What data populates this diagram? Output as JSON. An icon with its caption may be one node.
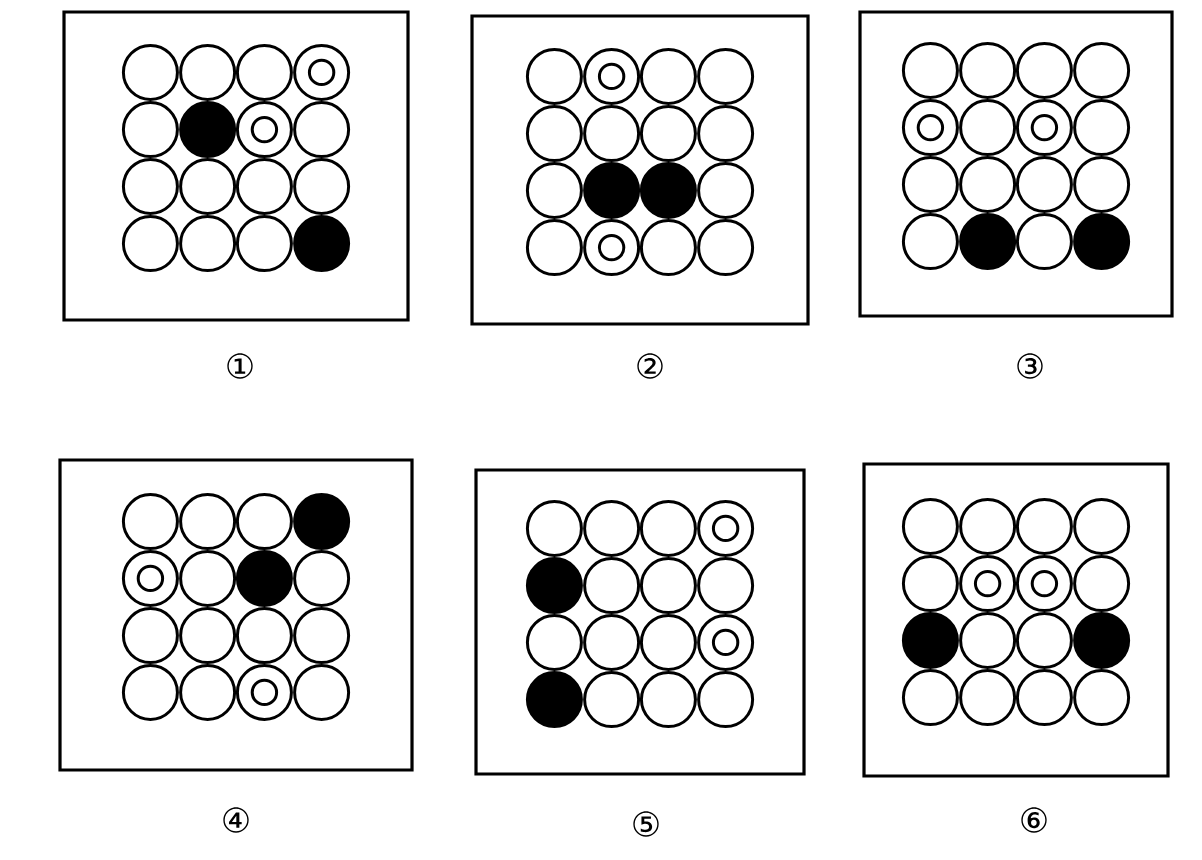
{
  "diagram": {
    "nodes": [
      {
        "text": [],
        "shape": "box",
        "beside": [
          "①"
        ]
      },
      {
        "text": [],
        "shape": "circle",
        "in": 0
      },
      {
        "text": [],
        "shape": "circle",
        "in": 0
      },
      {
        "text": [],
        "shape": "circle",
        "in": 0
      },
      {
        "text": [],
        "shape": "ring",
        "in": 0
      },
      {
        "text": [],
        "shape": "circle",
        "in": 0
      },
      {
        "text": [],
        "shape": "dot",
        "in": 0
      },
      {
        "text": [],
        "shape": "ring",
        "in": 0
      },
      {
        "text": [],
        "shape": "circle",
        "in": 0
      },
      {
        "text": [],
        "shape": "circle",
        "in": 0
      },
      {
        "text": [],
        "shape": "circle",
        "in": 0
      },
      {
        "text": [],
        "shape": "circle",
        "in": 0
      },
      {
        "text": [],
        "shape": "circle",
        "in": 0
      },
      {
        "text": [],
        "shape": "circle",
        "in": 0
      },
      {
        "text": [],
        "shape": "circle",
        "in": 0
      },
      {
        "text": [],
        "shape": "circle",
        "in": 0
      },
      {
        "text": [],
        "shape": "dot",
        "in": 0
      },
      {
        "text": [],
        "shape": "box",
        "beside": [
          "②"
        ]
      },
      {
        "text": [],
        "shape": "circle",
        "in": 17
      },
      {
        "text": [],
        "shape": "ring",
        "in": 17
      },
      {
        "text": [],
        "shape": "circle",
        "in": 17
      },
      {
        "text": [],
        "shape": "circle",
        "in": 17
      },
      {
        "text": [],
        "shape": "circle",
        "in": 17
      },
      {
        "text": [],
        "shape": "circle",
        "in": 17
      },
      {
        "text": [],
        "shape": "circle",
        "in": 17
      },
      {
        "text": [],
        "shape": "circle",
        "in": 17
      },
      {
        "text": [],
        "shape": "circle",
        "in": 17
      },
      {
        "text": [],
        "shape": "dot",
        "in": 17
      },
      {
        "text": [],
        "shape": "dot",
        "in": 17
      },
      {
        "text": [],
        "shape": "circle",
        "in": 17
      },
      {
        "text": [],
        "shape": "circle",
        "in": 17
      },
      {
        "text": [],
        "shape": "ring",
        "in": 17
      },
      {
        "text": [],
        "shape": "circle",
        "in": 17
      },
      {
        "text": [],
        "shape": "circle",
        "in": 17
      },
      {
        "text": [],
        "shape": "box",
        "beside": [
          "③"
        ]
      },
      {
        "text": [],
        "shape": "circle",
        "in": 34
      },
      {
        "text": [],
        "shape": "circle",
        "in": 34
      },
      {
        "text": [],
        "shape": "circle",
        "in": 34
      },
      {
        "text": [],
        "shape": "circle",
        "in": 34
      },
      {
        "text": [],
        "shape": "ring",
        "in": 34
      },
      {
        "text": [],
        "shape": "circle",
        "in": 34
      },
      {
        "text": [],
        "shape": "ring",
        "in": 34
      },
      {
        "text": [],
        "shape": "circle",
        "in": 34
      },
      {
        "text": [],
        "shape": "circle",
        "in": 34
      },
      {
        "text": [],
        "shape": "circle",
        "in": 34
      },
      {
        "text": [],
        "shape": "circle",
        "in": 34
      },
      {
        "text": [],
        "shape": "circle",
        "in": 34
      },
      {
        "text": [],
        "shape": "circle",
        "in": 34
      },
      {
        "text": [],
        "shape": "dot",
        "in": 34
      },
      {
        "text": [],
        "shape": "circle",
        "in": 34
      },
      {
        "text": [],
        "shape": "dot",
        "in": 34
      },
      {
        "text": [],
        "shape": "box",
        "beside": [
          "④"
        ]
      },
      {
        "text": [],
        "shape": "circle",
        "in": 51
      },
      {
        "text": [],
        "shape": "circle",
        "in": 51
      },
      {
        "text": [],
        "shape": "circle",
        "in": 51
      },
      {
        "text": [],
        "shape": "dot",
        "in": 51
      },
      {
        "text": [],
        "shape": "ring",
        "in": 51
      },
      {
        "text": [],
        "shape": "circle",
        "in": 51
      },
      {
        "text": [],
        "shape": "dot",
        "in": 51
      },
      {
        "text": [],
        "shape": "circle",
        "in": 51
      },
      {
        "text": [],
        "shape": "circle",
        "in": 51
      },
      {
        "text": [],
        "shape": "circle",
        "in": 51
      },
      {
        "text": [],
        "shape": "circle",
        "in": 51
      },
      {
        "text": [],
        "shape": "circle",
        "in": 51
      },
      {
        "text": [],
        "shape": "circle",
        "in": 51
      },
      {
        "text": [],
        "shape": "circle",
        "in": 51
      },
      {
        "text": [],
        "shape": "ring",
        "in": 51
      },
      {
        "text": [],
        "shape": "circle",
        "in": 51
      },
      {
        "text": [],
        "shape": "box",
        "beside": [
          "⑤"
        ]
      },
      {
        "text": [],
        "shape": "circle",
        "in": 68
      },
      {
        "text": [],
        "shape": "circle",
        "in": 68
      },
      {
        "text": [],
        "shape": "circle",
        "in": 68
      },
      {
        "text": [],
        "shape": "ring",
        "in": 68
      },
      {
        "text": [],
        "shape": "dot",
        "in": 68
      },
      {
        "text": [],
        "shape": "circle",
        "in": 68
      },
      {
        "text": [],
        "shape": "circle",
        "in": 68
      },
      {
        "text": [],
        "shape": "circle",
        "in": 68
      },
      {
        "text": [],
        "shape": "circle",
        "in": 68
      },
      {
        "text": [],
        "shape": "circle",
        "in": 68
      },
      {
        "text": [],
        "shape": "circle",
        "in": 68
      },
      {
        "text": [],
        "shape": "ring",
        "in": 68
      },
      {
        "text": [],
        "shape": "dot",
        "in": 68
      },
      {
        "text": [],
        "shape": "circle",
        "in": 68
      },
      {
        "text": [],
        "shape": "circle",
        "in": 68
      },
      {
        "text": [],
        "shape": "circle",
        "in": 68
      },
      {
        "text": [],
        "shape": "box",
        "beside": [
          "⑥"
        ]
      },
      {
        "text": [],
        "shape": "circle",
        "in": 85
      },
      {
        "text": [],
        "shape": "circle",
        "in": 85
      },
      {
        "text": [],
        "shape": "circle",
        "in": 85
      },
      {
        "text": [],
        "shape": "circle",
        "in": 85
      },
      {
        "text": [],
        "shape": "circle",
        "in": 85
      },
      {
        "text": [],
        "shape": "ring",
        "in": 85
      },
      {
        "text": [],
        "shape": "ring",
        "in": 85
      },
      {
        "text": [],
        "shape": "circle",
        "in": 85
      },
      {
        "text": [],
        "shape": "dot",
        "in": 85
      },
      {
        "text": [],
        "shape": "circle",
        "in": 85
      },
      {
        "text": [],
        "shape": "circle",
        "in": 85
      },
      {
        "text": [],
        "shape": "dot",
        "in": 85
      },
      {
        "text": [],
        "shape": "circle",
        "in": 85
      },
      {
        "text": [],
        "shape": "circle",
        "in": 85
      },
      {
        "text": [],
        "shape": "circle",
        "in": 85
      },
      {
        "text": [],
        "shape": "circle",
        "in": 85
      }
    ]
  }
}
